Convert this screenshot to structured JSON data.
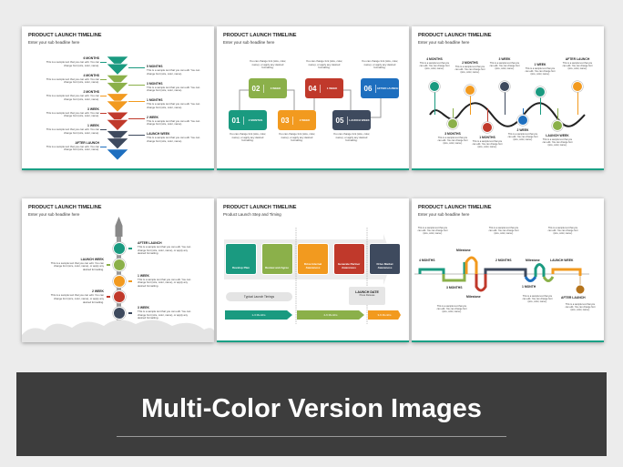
{
  "colors": {
    "teal": "#1a9a80",
    "green": "#8bb04a",
    "orange": "#f29a1f",
    "red": "#c0392b",
    "navy": "#3e4a5e",
    "blue": "#1e6fbf",
    "brown": "#b5741c"
  },
  "sample_short": "This is a sample text that you can edit. You can change font (size, color, name).",
  "sample_change": "You can change font (size, color, name), or apply any desired formatting.",
  "sample_long": "This is a sample text that you can edit. You can change font (size, color, name), or apply any desired formatting.",
  "slides": [
    {
      "title": "PRODUCT LAUNCH TIMELINE",
      "subtitle": "Enter your sub headline here",
      "left": [
        "6 MONTHS",
        "4 MONTHS",
        "2 MONTHS",
        "3 WEEK",
        "1 WEEK",
        "AFTER LAUNCH"
      ],
      "right": [
        "5 MONTHS",
        "3 MONTHS",
        "1 MONTHS",
        "2 WEEK",
        "LAUNCH WEEK"
      ]
    },
    {
      "title": "PRODUCT LAUNCH TIMELINE",
      "subtitle": "Enter your sub headline here",
      "steps": [
        {
          "num": "01",
          "label": "2 MONTHS"
        },
        {
          "num": "02",
          "label": "3 WEEK"
        },
        {
          "num": "03",
          "label": "2 WEEK"
        },
        {
          "num": "04",
          "label": "1 WEEK"
        },
        {
          "num": "05",
          "label": "LAUNCH WEEK"
        },
        {
          "num": "06",
          "label": "AFTER LAUNCH"
        }
      ]
    },
    {
      "title": "PRODUCT LAUNCH TIMELINE",
      "subtitle": "Enter your sub headline here",
      "points": [
        "4 MONTHS",
        "3 MONTHS",
        "2 MONTHS",
        "1 MONTHS",
        "3 WEEK",
        "2 WEEK",
        "1 WEEK",
        "LAUNCH WEEK",
        "AFTER LAUNCH"
      ]
    },
    {
      "title": "PRODUCT LAUNCH TIMELINE",
      "subtitle": "Enter your sub headline here",
      "stages": [
        "AFTER LAUNCH",
        "LAUNCH WEEK",
        "1 WEEK",
        "2 WEEK",
        "3 WEEK"
      ]
    },
    {
      "title": "PRODUCT LAUNCH TIMELINE",
      "subtitle": "Product Launch Step and Timing",
      "steps": [
        "Develop Plan",
        "Review and Agree",
        "Drive Internal Awareness",
        "Generate Partner Awareness",
        "Drive Market Awareness"
      ],
      "typical": "Typical Launch Timings",
      "launch_date": "LAUNCH DATE",
      "press": "Press Release",
      "phases": [
        "1-3 Months",
        "2-6 Months",
        "3-6 Months"
      ]
    },
    {
      "title": "PRODUCT LAUNCH TIMELINE",
      "subtitle": "Enter your sub headline here",
      "labels": [
        "4 MONTHS",
        "3 MONTHS",
        "Milestone",
        "Milestone",
        "2 MONTHS",
        "1 MONTH",
        "Milestone",
        "LAUNCH WEEK",
        "AFTER LAUNCH"
      ],
      "sample": "This is a sample text that you can edit. You can change font (size, color, name)."
    }
  ],
  "banner": {
    "text": "Multi-Color Version Images"
  }
}
